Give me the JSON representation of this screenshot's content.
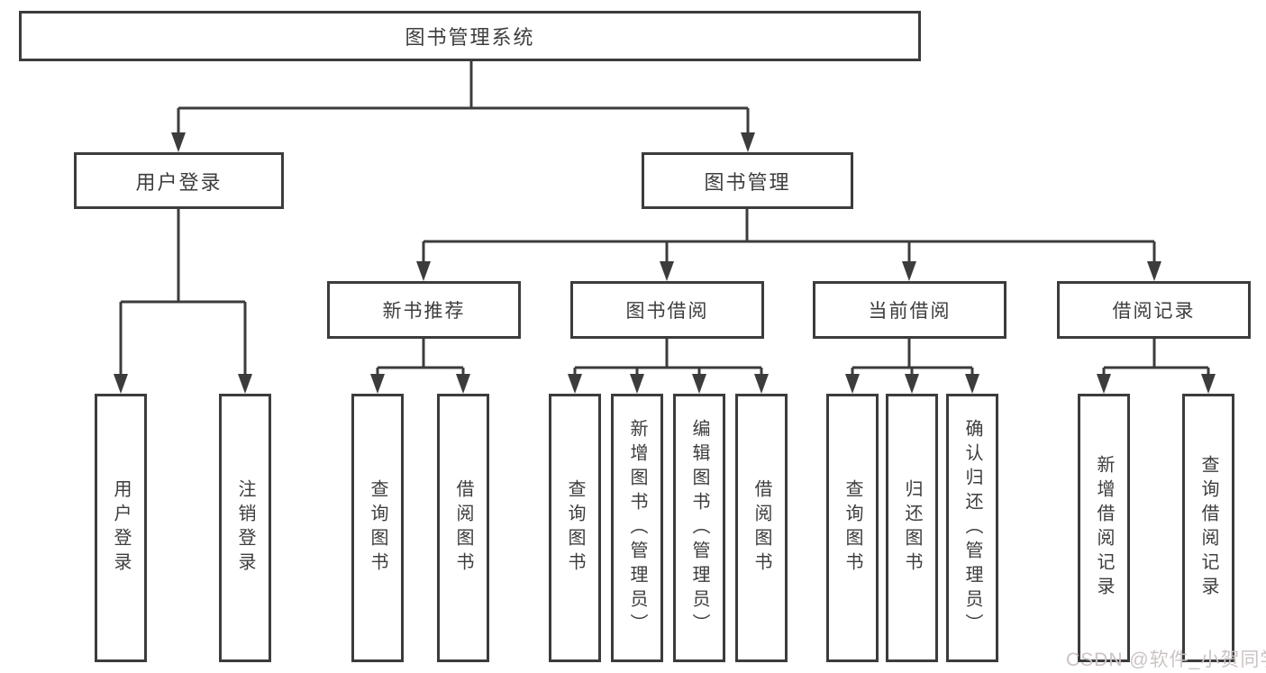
{
  "diagram_type": "hierarchy-tree",
  "tree": {
    "root": "图书管理系统",
    "user_login": {
      "label": "用户登录",
      "children": [
        "用户登录",
        "注销登录"
      ]
    },
    "book_manage": {
      "label": "图书管理",
      "sections": [
        {
          "label": "新书推荐",
          "children": [
            "查询图书",
            "借阅图书"
          ]
        },
        {
          "label": "图书借阅",
          "children": [
            "查询图书",
            "新增图书（管理员）",
            "编辑图书（管理员）",
            "借阅图书"
          ]
        },
        {
          "label": "当前借阅",
          "children": [
            "查询图书",
            "归还图书",
            "确认归还（管理员）"
          ]
        },
        {
          "label": "借阅记录",
          "children": [
            "新增借阅记录",
            "查询借阅记录"
          ]
        }
      ]
    }
  },
  "watermark": "CSDN @软件_小贺同学",
  "colors": {
    "line": "#3c3c3c",
    "text": "#3d3d3d",
    "background": "#ffffff",
    "watermark": "#ccc3c3"
  }
}
